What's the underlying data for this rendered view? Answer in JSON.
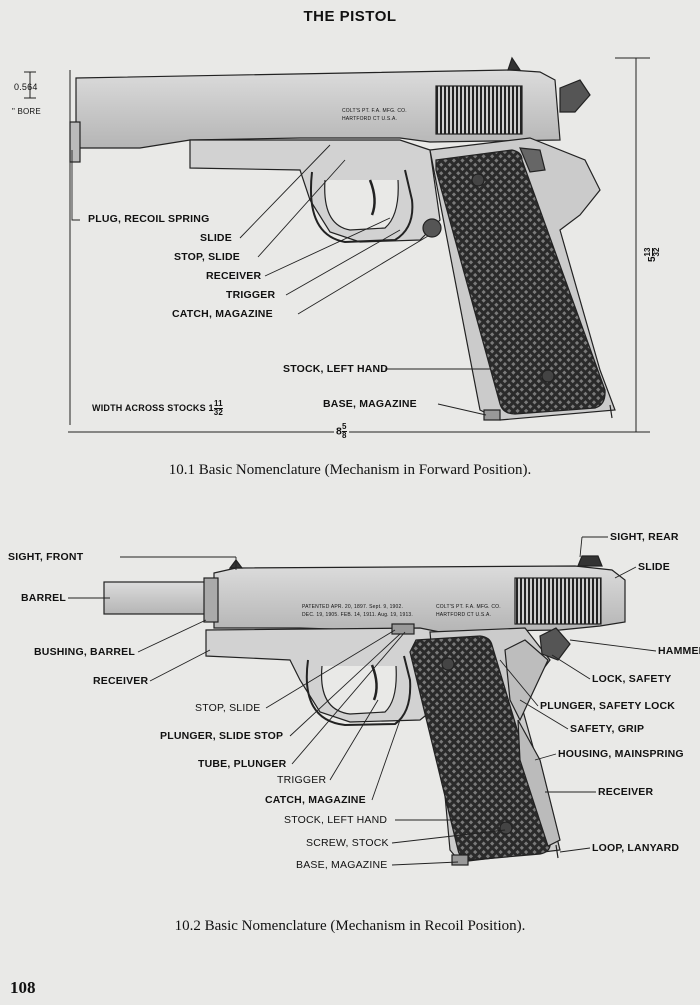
{
  "header": {
    "title": "THE PISTOL"
  },
  "figure1": {
    "caption": "10.1 Basic Nomenclature (Mechanism in Forward Position).",
    "dims": {
      "bore_value": "0.564",
      "bore_label": "\" BORE",
      "height_whole": "5",
      "height_num": "13",
      "height_den": "32",
      "length_whole": "8",
      "length_num": "5",
      "length_den": "8",
      "width_label": "WIDTH ACROSS STOCKS 1",
      "width_num": "11",
      "width_den": "32"
    },
    "labels": {
      "plug_recoil_spring": "PLUG, RECOIL SPRING",
      "slide": "SLIDE",
      "stop_slide": "STOP, SLIDE",
      "receiver": "RECEIVER",
      "trigger": "TRIGGER",
      "catch_magazine": "CATCH, MAGAZINE",
      "stock_left_hand": "STOCK, LEFT HAND",
      "base_magazine": "BASE, MAGAZINE"
    },
    "engraving": {
      "line1": "COLT'S PT. F.A. MFG. CO.",
      "line2": "HARTFORD CT U.S.A."
    }
  },
  "figure2": {
    "caption": "10.2 Basic Nomenclature (Mechanism in Recoil Position).",
    "labels": {
      "sight_front": "SIGHT, FRONT",
      "barrel": "BARREL",
      "bushing_barrel": "BUSHING, BARREL",
      "receiver_left": "RECEIVER",
      "stop_slide": "STOP, SLIDE",
      "plunger_slide_stop": "PLUNGER, SLIDE STOP",
      "tube_plunger": "TUBE, PLUNGER",
      "trigger": "TRIGGER",
      "catch_magazine": "CATCH, MAGAZINE",
      "stock_left_hand": "STOCK, LEFT HAND",
      "screw_stock": "SCREW, STOCK",
      "base_magazine": "BASE, MAGAZINE",
      "sight_rear": "SIGHT, REAR",
      "slide": "SLIDE",
      "hammer": "HAMMER",
      "lock_safety": "LOCK, SAFETY",
      "plunger_safety_lock": "PLUNGER, SAFETY LOCK",
      "safety_grip": "SAFETY, GRIP",
      "housing_mainspring": "HOUSING, MAINSPRING",
      "receiver_right": "RECEIVER",
      "loop_lanyard": "LOOP, LANYARD"
    },
    "engraving": {
      "line1": "PATENTED APR. 20, 1897. Sept. 9, 1902.",
      "line2": "DEC. 19, 1905. FEB. 14, 1911. Aug. 19, 1913.",
      "line3": "COLT'S PT. F.A. MFG. CO.",
      "line4": "HARTFORD CT U.S.A."
    }
  },
  "page": {
    "number": "108"
  }
}
